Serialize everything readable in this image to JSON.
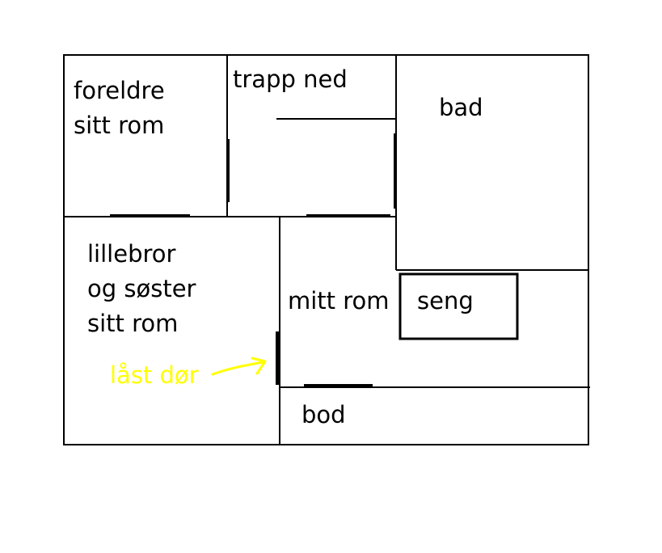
{
  "rooms": {
    "parents": {
      "line1": "foreldre",
      "line2": "sitt rom"
    },
    "stairs": {
      "label": "trapp ned"
    },
    "bathroom": {
      "label": "bad"
    },
    "siblings": {
      "line1": "lillebror",
      "line2": "og søster",
      "line3": "sitt rom"
    },
    "my_room": {
      "label": "mitt rom"
    },
    "bed": {
      "label": "seng"
    },
    "storage": {
      "label": "bod"
    }
  },
  "annotation": {
    "label": "låst dør"
  },
  "colors": {
    "wall": "#000000",
    "annotation": "#ffff00",
    "background": "#ffffff"
  }
}
